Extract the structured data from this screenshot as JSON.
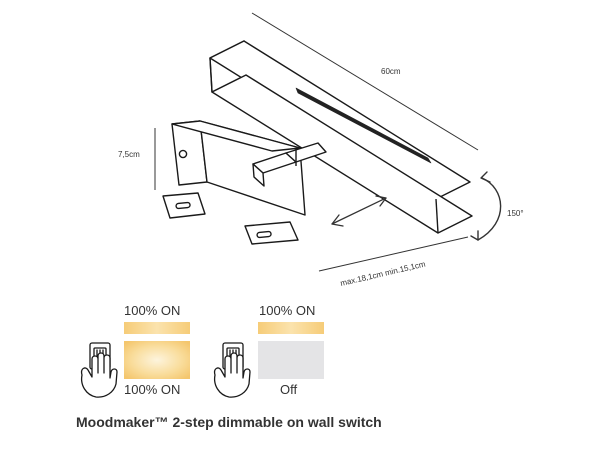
{
  "dimensions": {
    "length": "60cm",
    "height": "7,5cm",
    "rotation": "150°",
    "reach": "max.18,1cm  min.15,1cm"
  },
  "moodmaker": {
    "left_top_label": "100% ON",
    "left_bottom_label": "100% ON",
    "right_top_label": "100% ON",
    "right_bottom_label": "Off",
    "caption": "Moodmaker™ 2-step dimmable on wall switch"
  },
  "colors": {
    "warm_light": "#f6cf7e",
    "warm_light_center": "#fdf3dc",
    "off_grey": "#e4e4e6",
    "line": "#1a1a1a",
    "dimension_line": "#333333"
  }
}
